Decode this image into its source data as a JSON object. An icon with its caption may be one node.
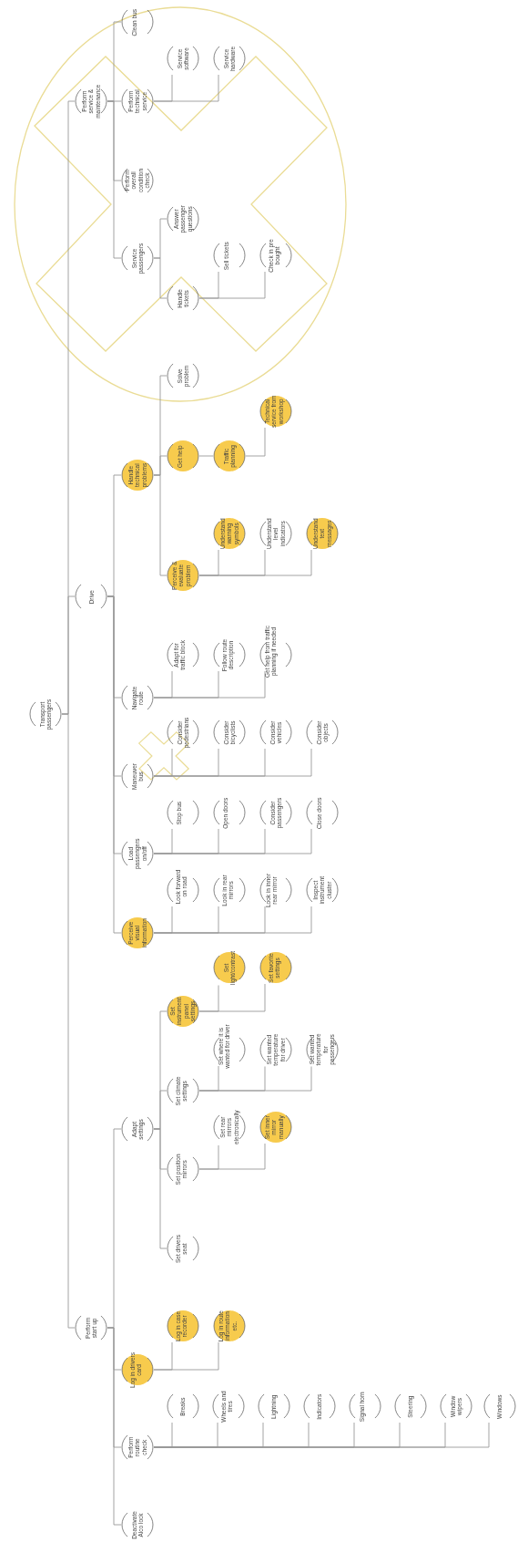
{
  "diagram": {
    "nodes": [
      {
        "text": [
          "Transport passengers"
        ]
      },
      {
        "text": [
          "Perform start up"
        ]
      },
      {
        "text": [
          "Deactivate Alco lock"
        ]
      },
      {
        "text": [
          "Perform routine check"
        ]
      },
      {
        "text": [
          "Breaks"
        ]
      },
      {
        "text": [
          "Wheels and tires"
        ]
      },
      {
        "text": [
          "Lightning"
        ]
      },
      {
        "text": [
          "Indicators"
        ]
      },
      {
        "text": [
          "Signal horn"
        ]
      },
      {
        "text": [
          "Steering"
        ]
      },
      {
        "text": [
          "Window wipers"
        ]
      },
      {
        "text": [
          "Windows"
        ]
      },
      {
        "text": [
          "Log in drivers card"
        ]
      },
      {
        "text": [
          "Log in case recorder"
        ]
      },
      {
        "text": [
          "Log in route information etc."
        ]
      },
      {
        "text": [
          "Adapt settings"
        ]
      },
      {
        "text": [
          "Set drivers seat"
        ]
      },
      {
        "text": [
          "Set position mirrors"
        ]
      },
      {
        "text": [
          "Set rear mirrors electronically"
        ]
      },
      {
        "text": [
          "Set inner mirror manually"
        ]
      },
      {
        "text": [
          "Set climate settings"
        ]
      },
      {
        "text": [
          "Set where it is wanted for driver"
        ]
      },
      {
        "text": [
          "Set wanted temperature for driver"
        ]
      },
      {
        "text": [
          "Set wanted temperature for passengers"
        ]
      },
      {
        "text": [
          "Set instrument panel settings"
        ]
      },
      {
        "text": [
          "Set light/contrast"
        ]
      },
      {
        "text": [
          "Set favorite settings"
        ]
      },
      {
        "text": [
          "Drive"
        ]
      },
      {
        "text": [
          "Perceive visual information"
        ]
      },
      {
        "text": [
          "Look forward on road"
        ]
      },
      {
        "text": [
          "Look in rear mirrors"
        ]
      },
      {
        "text": [
          "Look in inner rear mirror"
        ]
      },
      {
        "text": [
          "Inspect instrument cluster"
        ]
      },
      {
        "text": [
          "Load passengers on/off"
        ]
      },
      {
        "text": [
          "Stop bus"
        ]
      },
      {
        "text": [
          "Open doors"
        ]
      },
      {
        "text": [
          "Consider passengers"
        ]
      },
      {
        "text": [
          "Close doors"
        ]
      },
      {
        "text": [
          "Maneuver bus"
        ]
      },
      {
        "text": [
          "Consider pedestrians"
        ]
      },
      {
        "text": [
          "Consider bicyclists"
        ]
      },
      {
        "text": [
          "Consider vehicles"
        ]
      },
      {
        "text": [
          "Consider objects"
        ]
      },
      {
        "text": [
          "Navigate route"
        ]
      },
      {
        "text": [
          "Adapt for traffic block"
        ]
      },
      {
        "text": [
          "Follow route description"
        ]
      },
      {
        "text": [
          "Get help from traffic planning if needed"
        ]
      },
      {
        "text": [
          "Handle technical problems"
        ]
      },
      {
        "text": [
          "Perceive & evaluate problem"
        ]
      },
      {
        "text": [
          "Understand warning symbols"
        ]
      },
      {
        "text": [
          "Understand level indicators"
        ]
      },
      {
        "text": [
          "Understand text messages"
        ]
      },
      {
        "text": [
          "Get help"
        ]
      },
      {
        "text": [
          "Traffic planning"
        ]
      },
      {
        "text": [
          "Technical service from workshop"
        ]
      },
      {
        "text": [
          "Solve problem"
        ]
      },
      {
        "text": [
          "Perform service & maintenance"
        ]
      },
      {
        "text": [
          "Service passengers"
        ]
      },
      {
        "text": [
          "Handle tickets"
        ]
      },
      {
        "text": [
          "Sell tickets"
        ]
      },
      {
        "text": [
          "Check in pre bought"
        ]
      },
      {
        "text": [
          "Answer passenger questions"
        ]
      },
      {
        "text": [
          "Perform overall condition check"
        ]
      },
      {
        "text": [
          "Perform technical service"
        ]
      },
      {
        "text": [
          "Service software"
        ]
      },
      {
        "text": [
          "Service hardware"
        ]
      },
      {
        "text": [
          "Clean bus"
        ]
      }
    ],
    "edges": [
      {
        "from": 0,
        "to": 1,
        "arrow": "none"
      },
      {
        "from": 1,
        "to": 2,
        "arrow": "none"
      },
      {
        "from": 1,
        "to": 3,
        "arrow": "none"
      },
      {
        "from": 3,
        "to": 4,
        "arrow": "none"
      },
      {
        "from": 3,
        "to": 5,
        "arrow": "none"
      },
      {
        "from": 3,
        "to": 6,
        "arrow": "none"
      },
      {
        "from": 3,
        "to": 7,
        "arrow": "none"
      },
      {
        "from": 3,
        "to": 8,
        "arrow": "none"
      },
      {
        "from": 3,
        "to": 9,
        "arrow": "none"
      },
      {
        "from": 3,
        "to": 10,
        "arrow": "none"
      },
      {
        "from": 3,
        "to": 11,
        "arrow": "none"
      },
      {
        "from": 1,
        "to": 12,
        "arrow": "none"
      },
      {
        "from": 12,
        "to": 13,
        "arrow": "none"
      },
      {
        "from": 12,
        "to": 14,
        "arrow": "none"
      },
      {
        "from": 1,
        "to": 15,
        "arrow": "none"
      },
      {
        "from": 15,
        "to": 16,
        "arrow": "none"
      },
      {
        "from": 15,
        "to": 17,
        "arrow": "none"
      },
      {
        "from": 17,
        "to": 18,
        "arrow": "none"
      },
      {
        "from": 17,
        "to": 19,
        "arrow": "none"
      },
      {
        "from": 15,
        "to": 20,
        "arrow": "none"
      },
      {
        "from": 20,
        "to": 21,
        "arrow": "none"
      },
      {
        "from": 20,
        "to": 22,
        "arrow": "none"
      },
      {
        "from": 20,
        "to": 23,
        "arrow": "none"
      },
      {
        "from": 15,
        "to": 24,
        "arrow": "none"
      },
      {
        "from": 24,
        "to": 25,
        "arrow": "none"
      },
      {
        "from": 24,
        "to": 26,
        "arrow": "none"
      },
      {
        "from": 0,
        "to": 27,
        "arrow": "none"
      },
      {
        "from": 27,
        "to": 28,
        "arrow": "none"
      },
      {
        "from": 28,
        "to": 29,
        "arrow": "none"
      },
      {
        "from": 28,
        "to": 30,
        "arrow": "none"
      },
      {
        "from": 28,
        "to": 31,
        "arrow": "none"
      },
      {
        "from": 28,
        "to": 32,
        "arrow": "none"
      },
      {
        "from": 27,
        "to": 33,
        "arrow": "none"
      },
      {
        "from": 33,
        "to": 34,
        "arrow": "none"
      },
      {
        "from": 33,
        "to": 35,
        "arrow": "none"
      },
      {
        "from": 33,
        "to": 36,
        "arrow": "none"
      },
      {
        "from": 33,
        "to": 37,
        "arrow": "none"
      },
      {
        "from": 27,
        "to": 38,
        "arrow": "none"
      },
      {
        "from": 38,
        "to": 39,
        "arrow": "none"
      },
      {
        "from": 38,
        "to": 40,
        "arrow": "none"
      },
      {
        "from": 38,
        "to": 41,
        "arrow": "none"
      },
      {
        "from": 38,
        "to": 42,
        "arrow": "none"
      },
      {
        "from": 27,
        "to": 43,
        "arrow": "none"
      },
      {
        "from": 43,
        "to": 44,
        "arrow": "none"
      },
      {
        "from": 43,
        "to": 45,
        "arrow": "none"
      },
      {
        "from": 43,
        "to": 46,
        "arrow": "none"
      },
      {
        "from": 27,
        "to": 47,
        "arrow": "none"
      },
      {
        "from": 47,
        "to": 48,
        "arrow": "none"
      },
      {
        "from": 48,
        "to": 49,
        "arrow": "none"
      },
      {
        "from": 48,
        "to": 50,
        "arrow": "none"
      },
      {
        "from": 48,
        "to": 51,
        "arrow": "none"
      },
      {
        "from": 47,
        "to": 52,
        "arrow": "none"
      },
      {
        "from": 52,
        "to": 53,
        "arrow": "none"
      },
      {
        "from": 53,
        "to": 54,
        "arrow": "none"
      },
      {
        "from": 47,
        "to": 55,
        "arrow": "none"
      },
      {
        "from": 0,
        "to": 56,
        "arrow": "none"
      },
      {
        "from": 56,
        "to": 57,
        "arrow": "none"
      },
      {
        "from": 57,
        "to": 58,
        "arrow": "none"
      },
      {
        "from": 58,
        "to": 59,
        "arrow": "none"
      },
      {
        "from": 58,
        "to": 60,
        "arrow": "none"
      },
      {
        "from": 57,
        "to": 61,
        "arrow": "none"
      },
      {
        "from": 56,
        "to": 62,
        "arrow": "none"
      },
      {
        "from": 56,
        "to": 63,
        "arrow": "none"
      },
      {
        "from": 63,
        "to": 64,
        "arrow": "none"
      },
      {
        "from": 63,
        "to": 65,
        "arrow": "none"
      },
      {
        "from": 56,
        "to": 66,
        "arrow": "none"
      }
    ]
  }
}
